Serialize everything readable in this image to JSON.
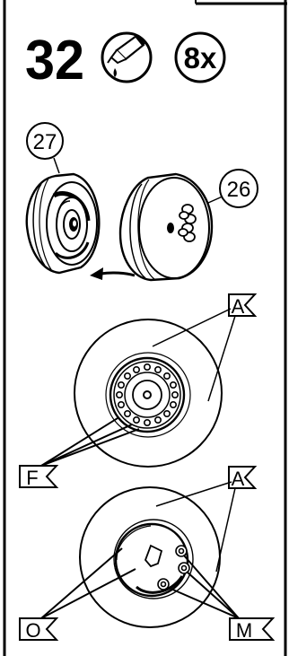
{
  "step": {
    "number": "32",
    "glue_icon": "glue-tube-icon",
    "quantity": "8x"
  },
  "parts": {
    "part_a": "27",
    "part_b": "26"
  },
  "labels": {
    "wheel_face": "A",
    "hub_ring": "F",
    "hub_face": "O",
    "hub_holes": "M"
  }
}
